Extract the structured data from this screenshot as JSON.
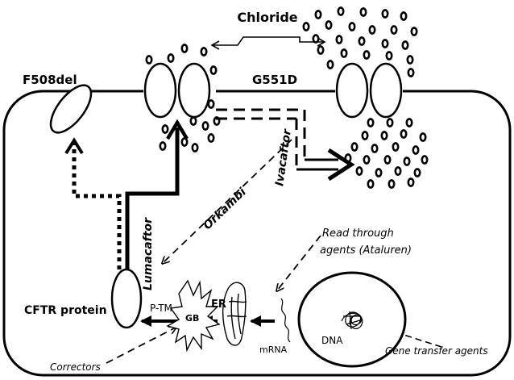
{
  "labels": {
    "chloride": "Chloride",
    "f508del": "F508del",
    "g551d": "G551D",
    "ivacaftor": "Ivacaftor",
    "orkambi": "Orkambi",
    "lumacaftor": "Lumacaftor",
    "read_through_line1": "Read through",
    "read_through_line2": "agents (Ataluren)",
    "cftr_protein": "CFTR protein",
    "ptm": "P-TM",
    "gb": "GB",
    "er": "ER",
    "mrna": "mRNA",
    "dna": "DNA",
    "gene_transfer": "Gene transfer agents",
    "correctors": "Correctors"
  },
  "colors": {
    "ink": "#000000",
    "background": "#ffffff"
  }
}
